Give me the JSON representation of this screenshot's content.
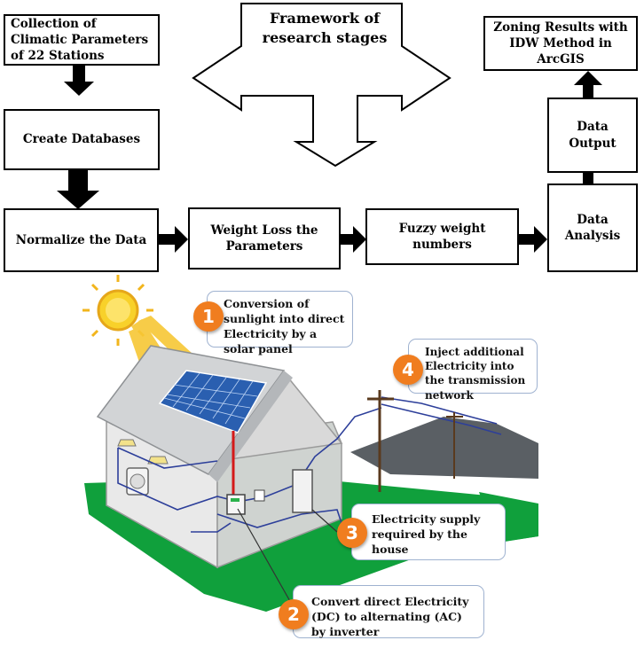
{
  "framework": {
    "title": "Framework of research stages",
    "boxes": {
      "collection": "Collection of Climatic Parameters of 22 Stations",
      "databases": "Create Databases",
      "normalize": "Normalize the Data",
      "weight_loss": "Weight Loss the Parameters",
      "fuzzy": "Fuzzy weight numbers",
      "analysis": "Data Analysis",
      "output": "Data Output",
      "zoning": "Zoning Results with IDW Method in ArcGIS"
    }
  },
  "solar": {
    "callouts": [
      {
        "num": "1",
        "text": "Conversion of sunlight into direct Electricity by a solar panel"
      },
      {
        "num": "2",
        "text": "Convert direct Electricity (DC) to alternating (AC) by inverter"
      },
      {
        "num": "3",
        "text": "Electricity supply required by the house"
      },
      {
        "num": "4",
        "text": "Inject additional Electricity into the transmission network"
      }
    ]
  },
  "colors": {
    "badge": "#f07d1f",
    "grass": "#10a03c",
    "sky_roof": "#d7d9dc",
    "panel": "#2a5fb0",
    "wire": "#2d3f9a",
    "wire_red": "#d41919"
  }
}
